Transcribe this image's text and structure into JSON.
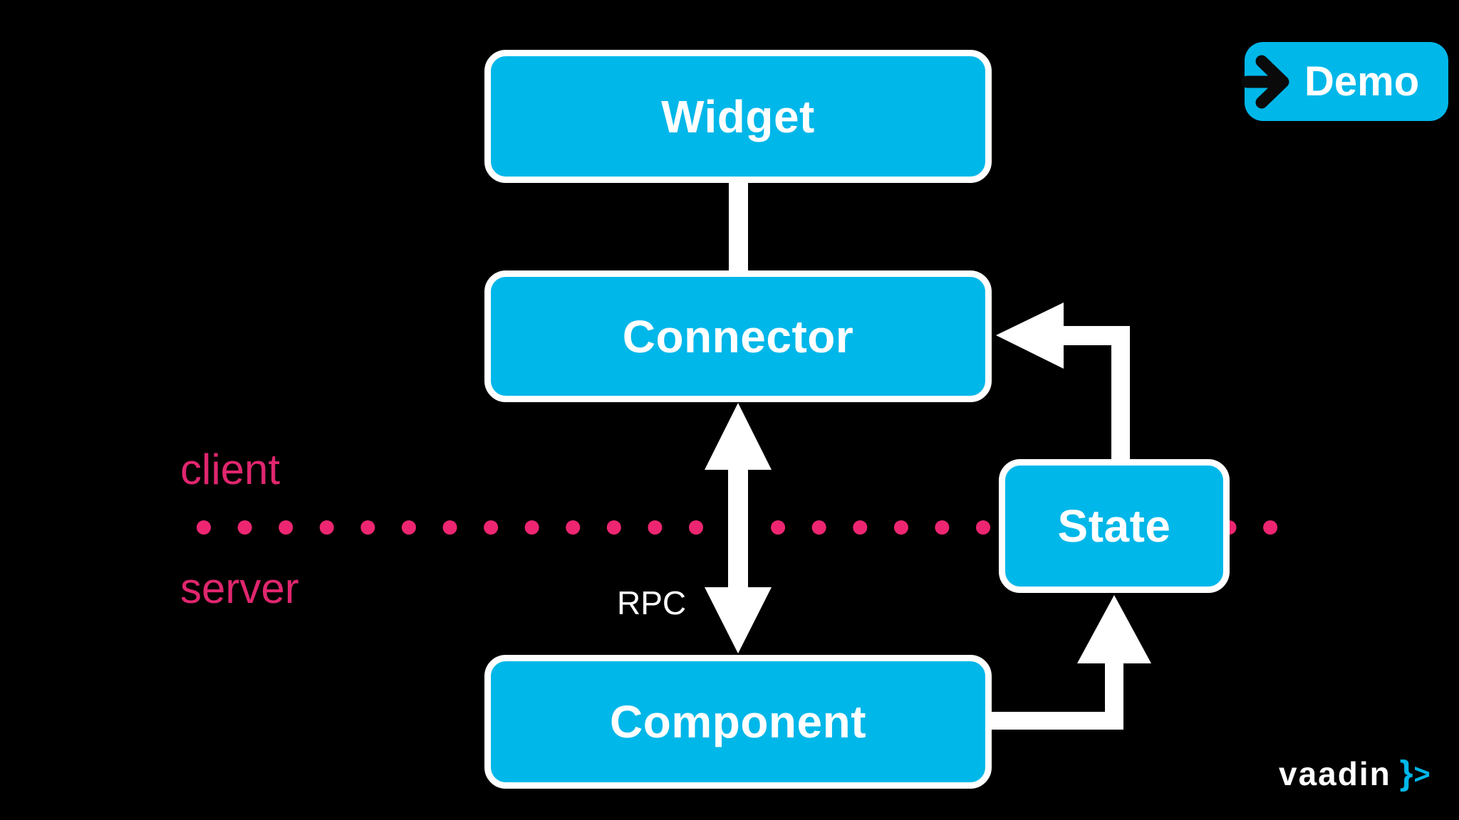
{
  "slide": {
    "boxes": [
      {
        "id": "widget",
        "label": "Widget"
      },
      {
        "id": "connector",
        "label": "Connector"
      },
      {
        "id": "state",
        "label": "State"
      },
      {
        "id": "component",
        "label": "Component"
      }
    ],
    "zone_labels": {
      "client": "client",
      "server": "server"
    },
    "arrow_label_rpc": "RPC",
    "demo_button": {
      "label": "Demo"
    },
    "logo": {
      "wordmark": "vaadin",
      "brace": "}",
      "chevron": ">"
    }
  },
  "colors": {
    "background": "#000000",
    "cyan": "#00B7E9",
    "pink_dot": "#EE2672",
    "pink_text": "#E0266E",
    "box_text": "#FFFFFF",
    "arrow_white": "#FFFFFF",
    "demo_arrow_black": "#0A0A0A"
  }
}
